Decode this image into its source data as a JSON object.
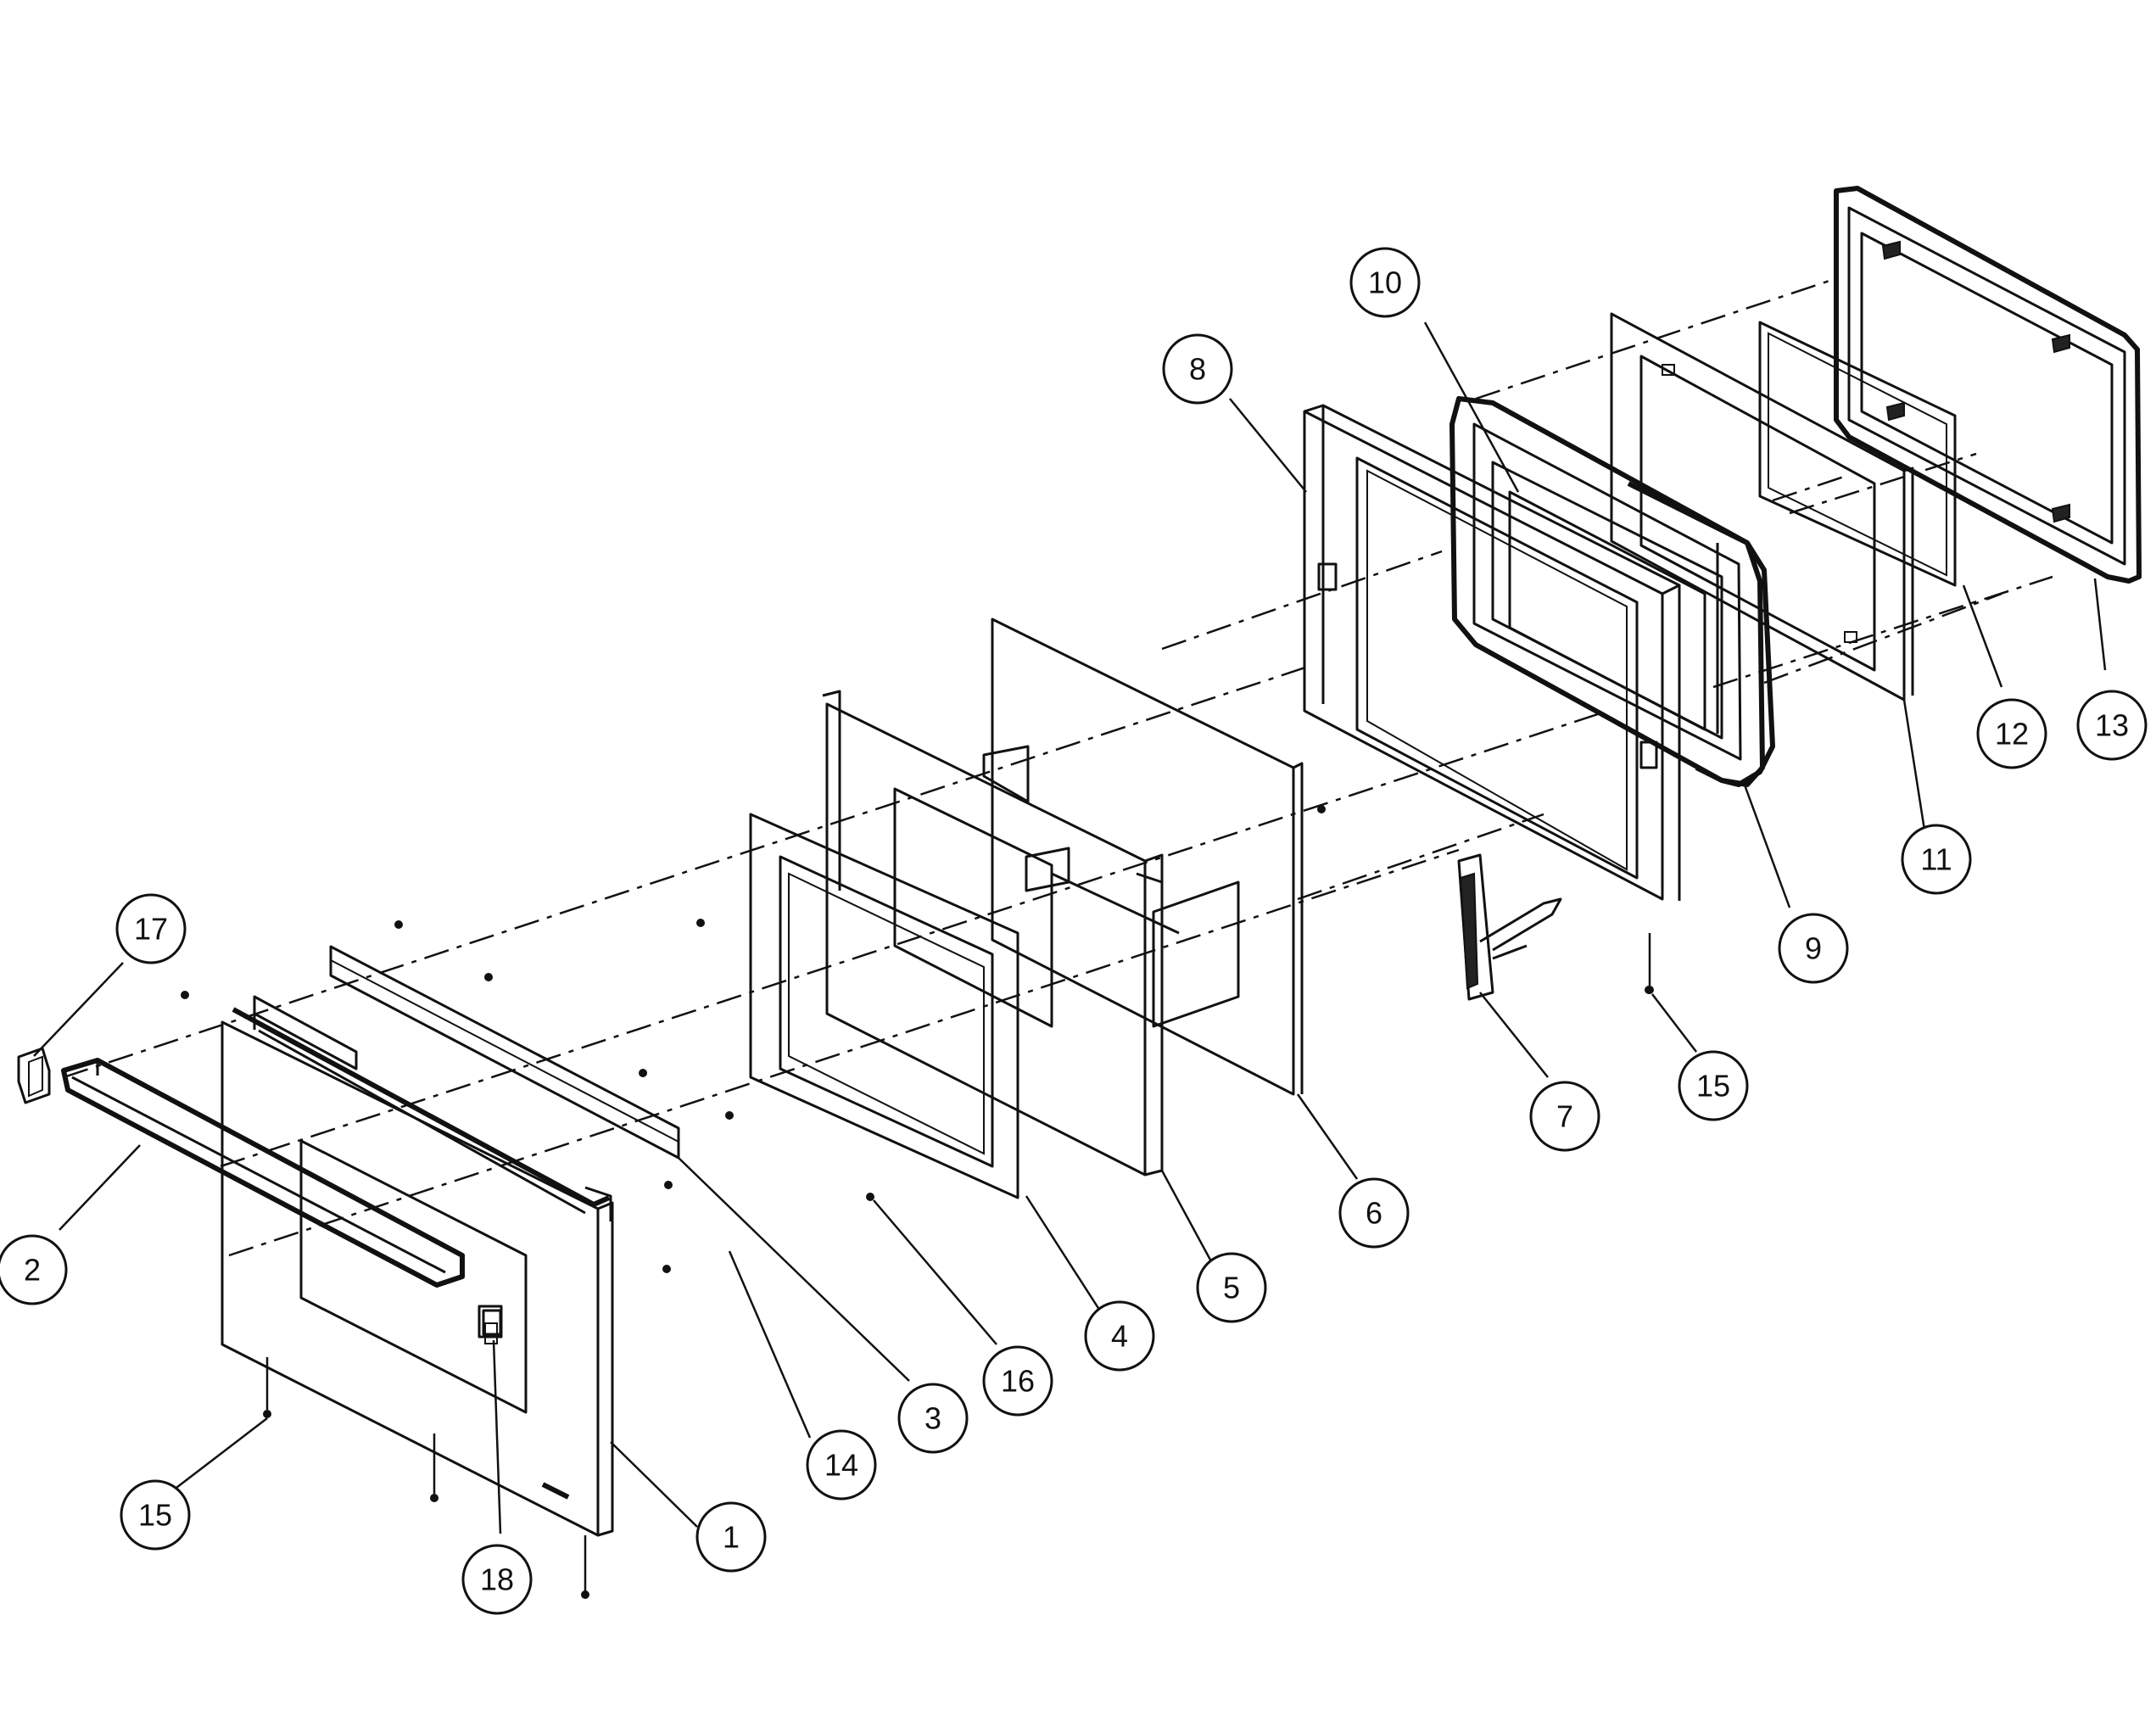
{
  "callouts": [
    {
      "id": "c1",
      "label": "1"
    },
    {
      "id": "c2",
      "label": "2"
    },
    {
      "id": "c3",
      "label": "3"
    },
    {
      "id": "c4",
      "label": "4"
    },
    {
      "id": "c5",
      "label": "5"
    },
    {
      "id": "c6",
      "label": "6"
    },
    {
      "id": "c7",
      "label": "7"
    },
    {
      "id": "c8",
      "label": "8"
    },
    {
      "id": "c9",
      "label": "9"
    },
    {
      "id": "c10",
      "label": "10"
    },
    {
      "id": "c11",
      "label": "11"
    },
    {
      "id": "c12",
      "label": "12"
    },
    {
      "id": "c13",
      "label": "13"
    },
    {
      "id": "c14",
      "label": "14"
    },
    {
      "id": "c15a",
      "label": "15"
    },
    {
      "id": "c15b",
      "label": "15"
    },
    {
      "id": "c16",
      "label": "16"
    },
    {
      "id": "c17",
      "label": "17"
    },
    {
      "id": "c18",
      "label": "18"
    }
  ]
}
